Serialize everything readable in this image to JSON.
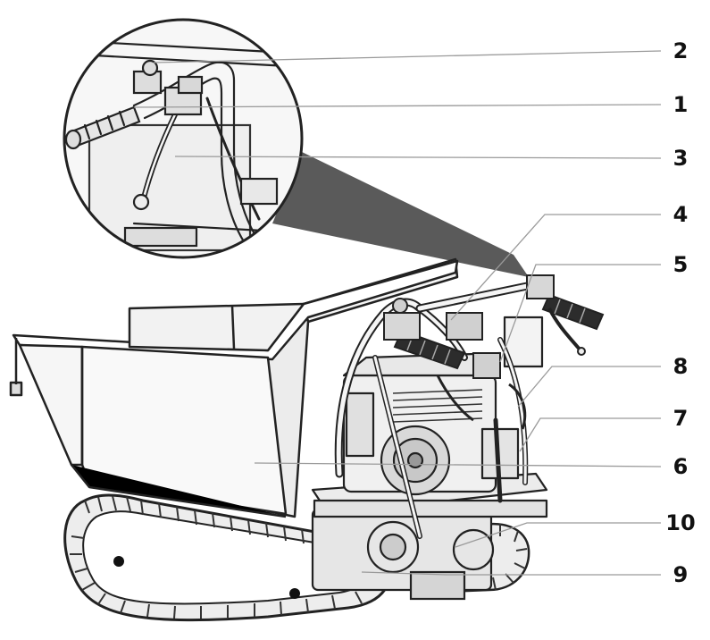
{
  "diagram": {
    "callouts": [
      {
        "id": "callout-2",
        "label": "2"
      },
      {
        "id": "callout-1",
        "label": "1"
      },
      {
        "id": "callout-3",
        "label": "3"
      },
      {
        "id": "callout-4",
        "label": "4"
      },
      {
        "id": "callout-5",
        "label": "5"
      },
      {
        "id": "callout-8",
        "label": "8"
      },
      {
        "id": "callout-7",
        "label": "7"
      },
      {
        "id": "callout-6",
        "label": "6"
      },
      {
        "id": "callout-10",
        "label": "10"
      },
      {
        "id": "callout-9",
        "label": "9"
      }
    ]
  },
  "colors": {
    "line": "#222222",
    "zoom_cone": "#5a5a5a",
    "background": "#ffffff",
    "callout_leader": "#9a9a9a"
  }
}
